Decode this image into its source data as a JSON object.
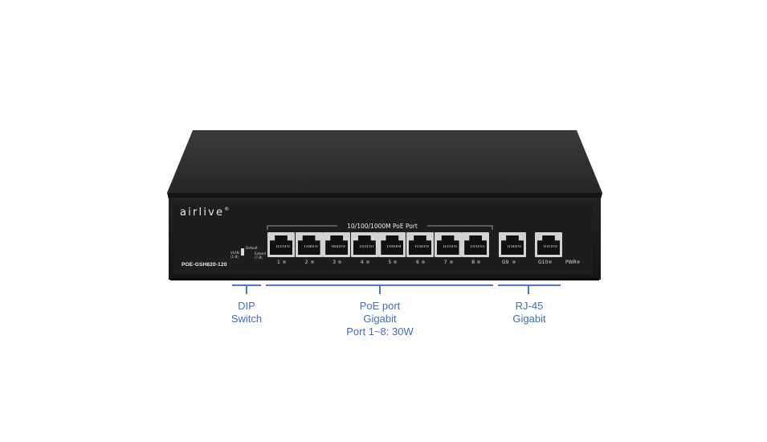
{
  "device": {
    "brand": "airlive",
    "brand_mark": "®",
    "model": "POE-GSH820-120",
    "poe_header": "10/100/1000M PoE Port",
    "dip_labels": {
      "vlan": "VLAN",
      "vlan_range": "(1-8)",
      "default": "Default",
      "extend": "Extend",
      "extend_range": "(7-8)"
    },
    "poe_ports": [
      "1",
      "2",
      "3",
      "4",
      "5",
      "6",
      "7",
      "8"
    ],
    "uplink_ports": [
      "G9",
      "G10"
    ],
    "power_label": "PWR"
  },
  "callouts": {
    "dip": {
      "line1": "DIP",
      "line2": "Switch"
    },
    "poe": {
      "line1": "PoE port",
      "line2": "Gigabit",
      "line3": "Port 1~8: 30W"
    },
    "rj45": {
      "line1": "RJ-45",
      "line2": "Gigabit"
    }
  },
  "colors": {
    "callout": "#3e6fc0",
    "body": "#1a1a1a",
    "top": "#2b2b2b"
  }
}
